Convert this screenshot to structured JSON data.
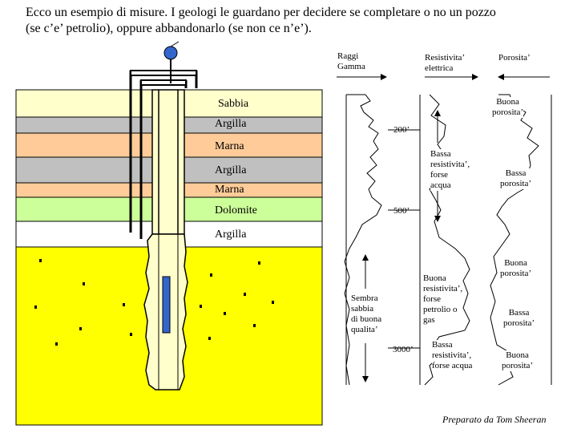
{
  "title": {
    "line1": "Ecco un esempio di misure.  I geologi le guardano per decidere se completare o no un pozzo",
    "line2": "(se c’e’ petrolio), oppure abbandonarlo (se non ce n’e’)."
  },
  "layers": [
    {
      "label": "Sabbia",
      "color": "#ffffcc"
    },
    {
      "label": "Argilla",
      "color": "#c0c0c0"
    },
    {
      "label": "Marna",
      "color": "#ffcc99"
    },
    {
      "label": "Argilla",
      "color": "#c0c0c0"
    },
    {
      "label": "Marna",
      "color": "#ffcc99"
    },
    {
      "label": "Dolomite",
      "color": "#ccff99"
    },
    {
      "label": "Argilla",
      "color": "#ffffff"
    },
    {
      "label": "",
      "color": "#ffff00"
    }
  ],
  "log_headers": {
    "gamma": {
      "line1": "Raggi",
      "line2": "Gamma"
    },
    "resistivity": {
      "line1": "Resistivita’",
      "line2": "elettrica"
    },
    "porosity": "Porosita’"
  },
  "depths": {
    "d200": "200’",
    "d500": "500’",
    "d3000": "3000’"
  },
  "annotations": {
    "good_porosity_top": {
      "line1": "Buona",
      "line2": "porosita’"
    },
    "low_resistivity_water": {
      "line1": "Bassa",
      "line2": "resistivita’,",
      "line3": "forse",
      "line4": "acqua"
    },
    "low_porosity_mid": {
      "line1": "Bassa",
      "line2": "porosita’"
    },
    "good_porosity_lower": {
      "line1": "Buona",
      "line2": "porosita’"
    },
    "good_resistivity_oil": {
      "line1": "Buona",
      "line2": "resistivita’,",
      "line3": "forse",
      "line4": "petrolio o",
      "line5": "gas"
    },
    "good_sand": {
      "line1": "Sembra",
      "line2": "sabbia",
      "line3": "di buona",
      "line4": "qualita’"
    },
    "low_porosity_lower": {
      "line1": "Bassa",
      "line2": "porosita’"
    },
    "low_resistivity_bottom": {
      "line1": "Bassa",
      "line2": "resistivita’,",
      "line3": "forse acqua"
    },
    "good_porosity_bottom": {
      "line1": "Buona",
      "line2": "porosita’"
    }
  },
  "credit": "Preparato da Tom Sheeran",
  "colors": {
    "sand": "#ffffcc",
    "shale": "#c0c0c0",
    "marl": "#ffcc99",
    "dolomite": "#ccff99",
    "reservoir": "#ffff00",
    "tool": "#3366cc",
    "borehole": "#ffffcc"
  }
}
